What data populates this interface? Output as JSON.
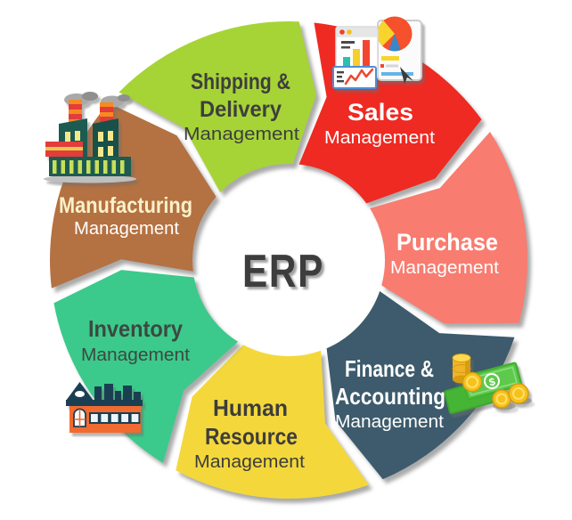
{
  "diagram": {
    "center_label": "ERP",
    "center_color": "#3d3d3d",
    "shadow_color": "#9a9a9a"
  },
  "segments": [
    {
      "name": "Sales Management",
      "line1": "Sales",
      "line2": "",
      "subtitle": "Management",
      "color": "#ee2a22",
      "text_color": "#ffffff",
      "subtitle_color": "#ffffff"
    },
    {
      "name": "Purchase Management",
      "line1": "Purchase",
      "line2": "",
      "subtitle": "Management",
      "color": "#f87c70",
      "text_color": "#ffffff",
      "subtitle_color": "#ffffff"
    },
    {
      "name": "Finance & Accounting Management",
      "line1": "Finance &",
      "line2": "Accounting",
      "subtitle": "Management",
      "color": "#3d5b6c",
      "text_color": "#ffffff",
      "subtitle_color": "#ffffff"
    },
    {
      "name": "Human Resource Management",
      "line1": "Human",
      "line2": "Resource",
      "subtitle": "Management",
      "color": "#f4d83b",
      "text_color": "#3d3d3d",
      "subtitle_color": "#3d3d3d"
    },
    {
      "name": "Inventory Management",
      "line1": "Inventory",
      "line2": "",
      "subtitle": "Management",
      "color": "#3bca8b",
      "text_color": "#3d4842",
      "subtitle_color": "#3d4842"
    },
    {
      "name": "Manufacturing Management",
      "line1": "Manufacturing",
      "line2": "",
      "subtitle": "Management",
      "color": "#b47141",
      "text_color": "#f9f1c9",
      "subtitle_color": "#ffffff"
    },
    {
      "name": "Shipping & Delivery Management",
      "line1": "Shipping &",
      "line2": "Delivery",
      "subtitle": "Management",
      "color": "#a6d436",
      "text_color": "#3e3e3e",
      "subtitle_color": "#3e3e3e"
    }
  ],
  "icons": [
    {
      "name": "sales-analytics-icon",
      "shape": "browser windows with bar chart, pie chart and line chart"
    },
    {
      "name": "factory-icon",
      "shape": "factory buildings with striped chimneys and smoke"
    },
    {
      "name": "money-icon",
      "shape": "dollar bills with gold coins and coin stack"
    },
    {
      "name": "warehouse-icon",
      "shape": "orange warehouse building with city skyline roof"
    }
  ]
}
